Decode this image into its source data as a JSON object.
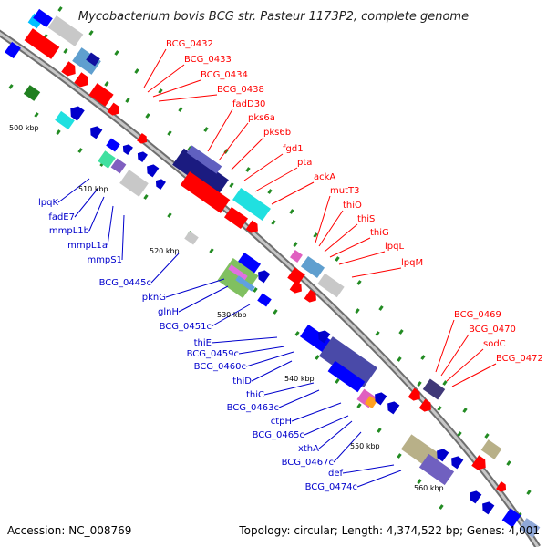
{
  "title": "Mycobacterium bovis BCG str. Pasteur 1173P2, complete genome",
  "footer": {
    "accession": "Accession: NC_008769",
    "summary": "Topology: circular; Length: 4,374,522 bp; Genes: 4,001"
  },
  "colors": {
    "forward_genes": "#ff0000",
    "reverse_genes": "#0000cc",
    "backbone": "#888888",
    "tick": "#228b22"
  },
  "kbp_labels": [
    "500 kbp",
    "510 kbp",
    "520 kbp",
    "530 kbp",
    "540 kbp",
    "550 kbp",
    "560 kbp"
  ],
  "forward_labels": [
    "BCG_0432",
    "BCG_0433",
    "BCG_0434",
    "BCG_0438",
    "fadD30",
    "pks6a",
    "pks6b",
    "fgd1",
    "pta",
    "ackA",
    "mutT3",
    "thiO",
    "thiS",
    "thiG",
    "lpqL",
    "lpqM",
    "BCG_0469",
    "BCG_0470",
    "sodC",
    "BCG_0472"
  ],
  "reverse_labels": [
    "lpqK",
    "fadE7",
    "mmpL1b",
    "mmpL1a",
    "mmpS1",
    "BCG_0445c",
    "pknG",
    "glnH",
    "BCG_0451c",
    "thiE",
    "BCG_0459c",
    "BCG_0460c",
    "thiD",
    "thiC",
    "BCG_0463c",
    "ctpH",
    "BCG_0465c",
    "xthA",
    "BCG_0467c",
    "def",
    "BCG_0474c"
  ]
}
